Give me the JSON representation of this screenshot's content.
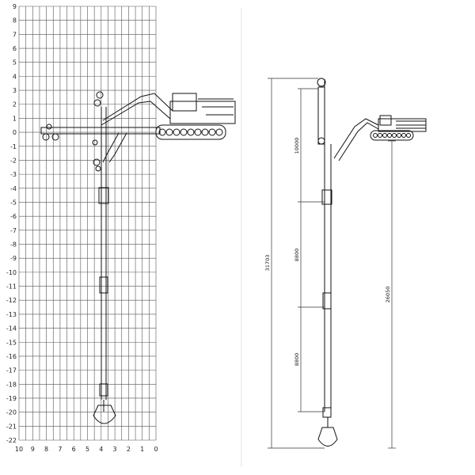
{
  "left_grid": {
    "y_ticks": [
      "9",
      "8",
      "7",
      "6",
      "5",
      "4",
      "3",
      "2",
      "1",
      "0",
      "-1",
      "-2",
      "-3",
      "-4",
      "-5",
      "-6",
      "-7",
      "-8",
      "-9",
      "-10",
      "-11",
      "-12",
      "-13",
      "-14",
      "-15",
      "-16",
      "-17",
      "-18",
      "-19",
      "-20",
      "-21",
      "-22"
    ],
    "x_ticks": [
      "10",
      "9",
      "8",
      "7",
      "6",
      "5",
      "4",
      "3",
      "2",
      "1",
      "0"
    ]
  },
  "right_drawing": {
    "dims": {
      "total_height": "31703",
      "depth": "26050",
      "arm_top": "10000",
      "arm_mid": "8800",
      "arm_bottom": "8800"
    }
  },
  "colors": {
    "ink": "#111111",
    "grid": "#555555",
    "background": "#ffffff"
  }
}
